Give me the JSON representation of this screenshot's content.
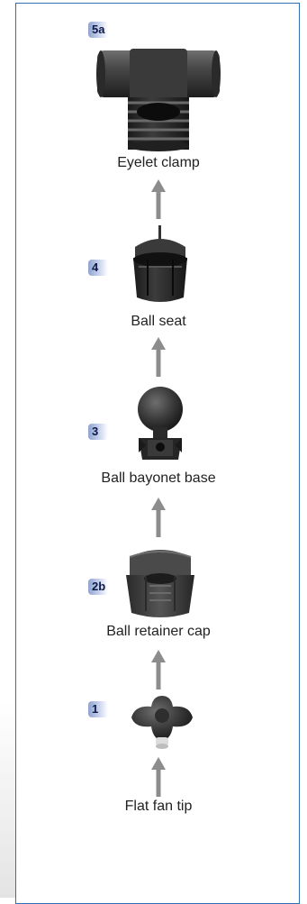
{
  "steps": [
    {
      "badge": "5a",
      "label": "Eyelet clamp"
    },
    {
      "badge": "4",
      "label": "Ball seat"
    },
    {
      "badge": "3",
      "label": "Ball bayonet base"
    },
    {
      "badge": "2b",
      "label": "Ball retainer cap"
    },
    {
      "badge": "1",
      "label": "Flat fan tip"
    }
  ],
  "colors": {
    "frame_border": "#2f6fb4",
    "badge_gradient_start": "#8fa3d0",
    "arrow": "#8c8c8c",
    "part_dark": "#2b2b2b"
  }
}
